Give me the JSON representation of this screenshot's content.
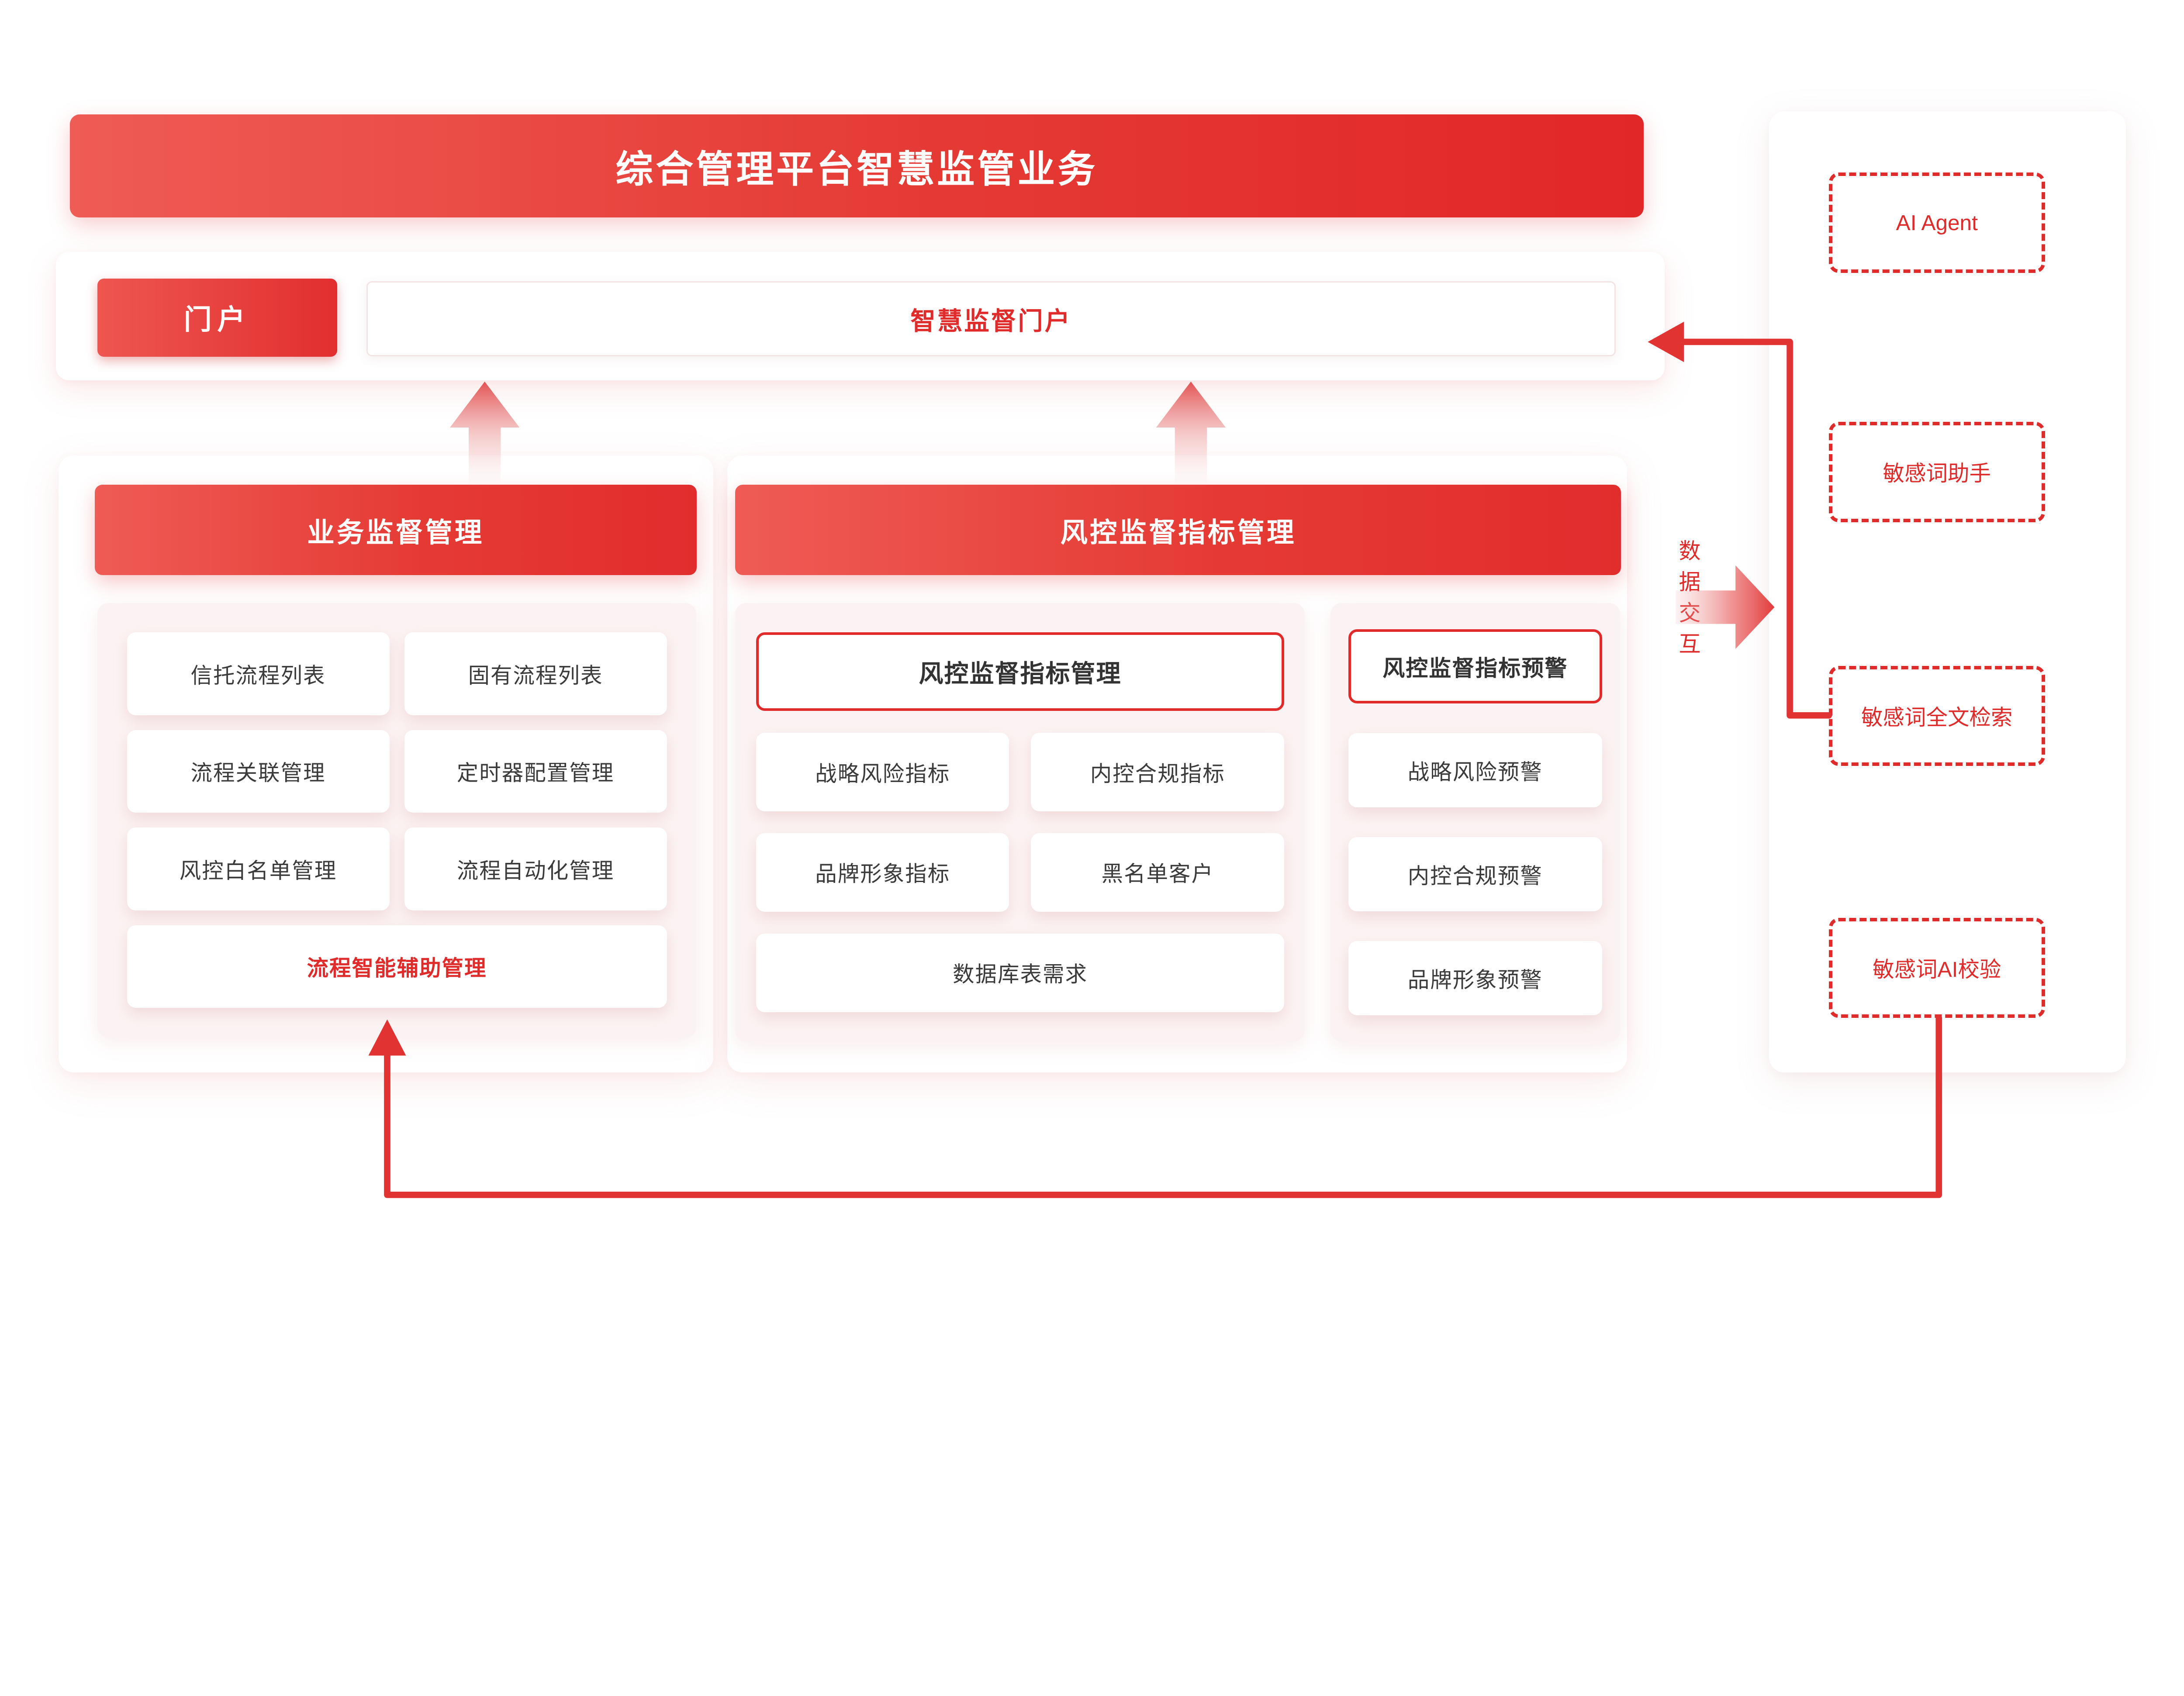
{
  "title": "综合管理平台智慧监管业务",
  "portal": {
    "tab_label": "门户",
    "portal_label": "智慧监督门户"
  },
  "business_section": {
    "header": "业务监督管理",
    "items": [
      "信托流程列表",
      "固有流程列表",
      "流程关联管理",
      "定时器配置管理",
      "风控白名单管理",
      "流程自动化管理"
    ],
    "highlight_item": "流程智能辅助管理"
  },
  "risk_section": {
    "header": "风控监督指标管理",
    "indicator_group": {
      "title": "风控监督指标管理",
      "items": [
        "战略风险指标",
        "内控合规指标",
        "品牌形象指标",
        "黑名单客户"
      ],
      "wide_item": "数据库表需求"
    },
    "warning_group": {
      "title": "风控监督指标预警",
      "items": [
        "战略风险预警",
        "内控合规预警",
        "品牌形象预警"
      ]
    }
  },
  "data_exchange_label": "数据交互",
  "ai_panel": {
    "items": [
      "AI Agent",
      "敏感词助手",
      "敏感词全文检索",
      "敏感词AI校验"
    ]
  },
  "colors": {
    "brand_red_light": "#ef5b55",
    "brand_red": "#e22d2d",
    "text_red": "#e02b2b",
    "dark_text": "#3b3b3b",
    "panel_pink": "#fbf3f3"
  }
}
